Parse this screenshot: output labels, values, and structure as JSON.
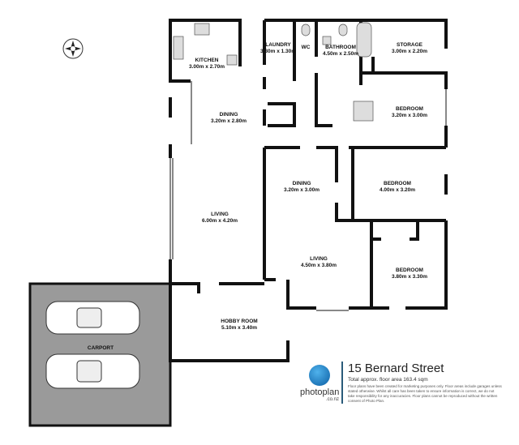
{
  "rooms": [
    {
      "name": "KITCHEN",
      "size": "3.00m  x 2.70m"
    },
    {
      "name": "LAUNDRY",
      "size": "3.80m  x 1.30m"
    },
    {
      "name": "WC",
      "size": ""
    },
    {
      "name": "BATHROOM",
      "size": "4.50m  x 2.50m"
    },
    {
      "name": "STORAGE",
      "size": "3.00m  x 2.20m"
    },
    {
      "name": "BEDROOM",
      "size": "3.20m  x 3.00m"
    },
    {
      "name": "DINING",
      "size": "3.20m  x 2.80m"
    },
    {
      "name": "DINING",
      "size": "3.20m  x 3.00m"
    },
    {
      "name": "BEDROOM",
      "size": "4.00m  x 3.20m"
    },
    {
      "name": "LIVING",
      "size": "6.00m  x 4.20m"
    },
    {
      "name": "LIVING",
      "size": "4.50m  x 3.80m"
    },
    {
      "name": "BEDROOM",
      "size": "3.80m  x 3.30m"
    },
    {
      "name": "HOBBY ROOM",
      "size": "5.10m  x 3.40m"
    },
    {
      "name": "CARPORT",
      "size": ""
    }
  ],
  "info": {
    "address": "15 Bernard Street",
    "area": "Total approx. floor area 163.4 sqm",
    "disclaimer": "Floor plans have been created for marketing purposes only. Floor areas include garages unless stated otherwise. Whilst all care has been taken to ensure information is correct, we do not take responsibility for any inaccuracies. Floor plans cannot be reproduced without the written consent of Photo Plan."
  },
  "logo": {
    "brand": "photoplan",
    "tld": ".co.nz"
  },
  "icons": [
    "compass-icon",
    "car-icon",
    "toilet-icon",
    "bathtub-icon",
    "shower-icon",
    "sink-icon",
    "stove-icon"
  ],
  "colors": {
    "wall": "#111111",
    "carport": "#999999",
    "accent": "#1a78c2"
  }
}
